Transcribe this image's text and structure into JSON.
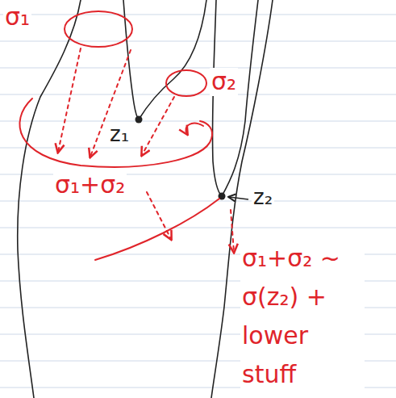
{
  "diagram": {
    "labels": [
      "σ₁",
      "σ₂",
      "z₁",
      "σ₁+σ₂",
      "z₂",
      "σ₁+σ₂ ~ σ(z₂) + lower stuff"
    ]
  }
}
